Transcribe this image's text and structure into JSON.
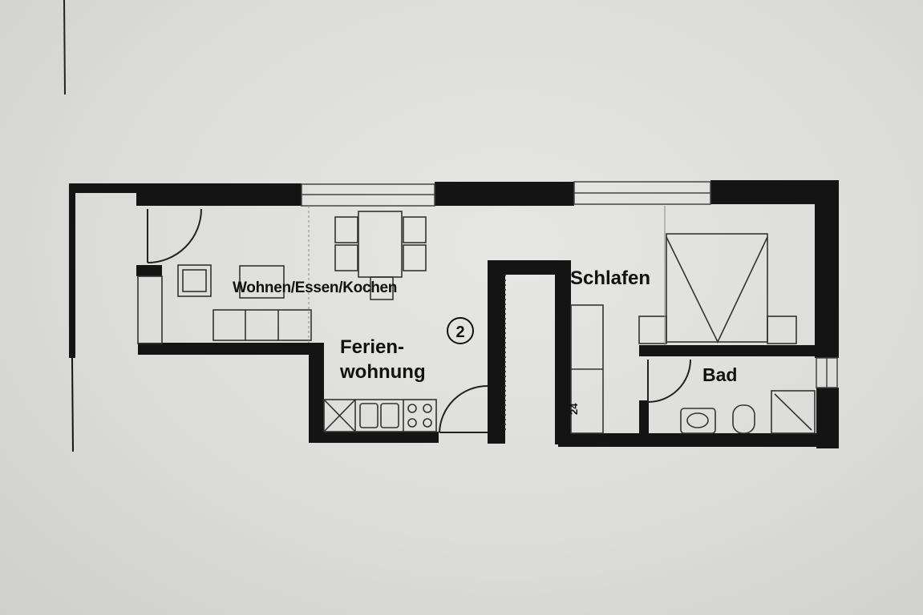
{
  "plan": {
    "rooms": {
      "living": "Wohnen/Essen/Kochen",
      "holiday_line1": "Ferien-",
      "holiday_line2": "wohnung",
      "bedroom": "Schlafen",
      "bathroom": "Bad"
    },
    "unit_number": "2",
    "dimension_label": "24"
  },
  "colors": {
    "paper": "#dededc",
    "ink": "#111111",
    "furniture_line": "#333333"
  }
}
